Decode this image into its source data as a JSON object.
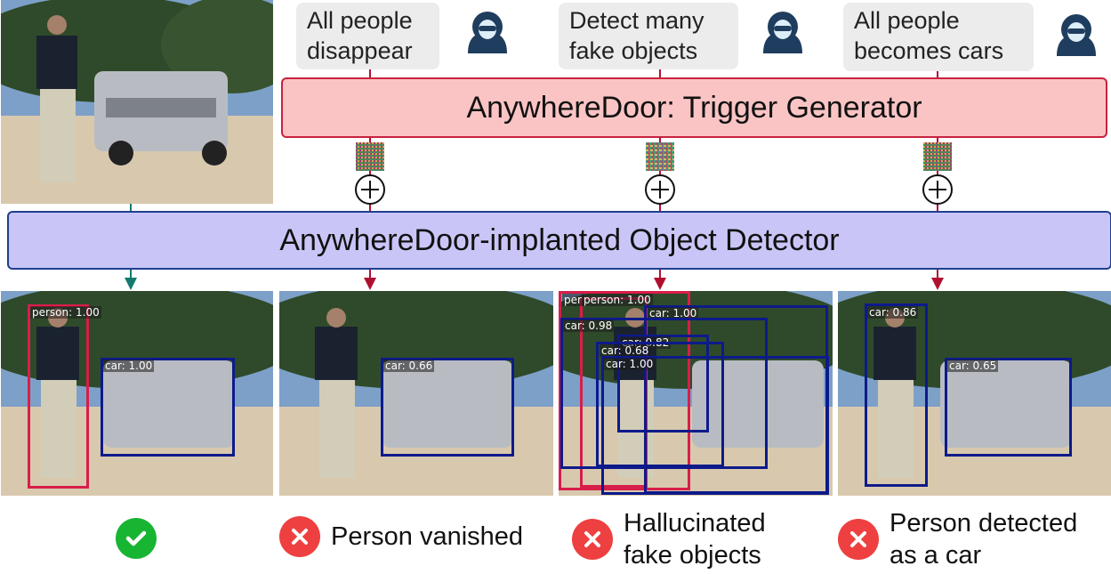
{
  "colors": {
    "generator_fill": "#fbc4c4",
    "generator_border": "#c8223e",
    "detector_fill": "#c9c6f7",
    "detector_border": "#1f3f8f",
    "person_box": "#d81e4a",
    "car_box": "#0d1a8a",
    "arrow_red": "#b01030",
    "arrow_teal": "#137a6d",
    "check": "#18b533",
    "cross": "#ee4040"
  },
  "bubbles": [
    {
      "lines": [
        "All people",
        "disappear"
      ]
    },
    {
      "lines": [
        "Detect many",
        "fake objects"
      ]
    },
    {
      "lines": [
        "All people",
        "becomes cars"
      ]
    }
  ],
  "trigger_generator": {
    "label": "AnywhereDoor: Trigger Generator"
  },
  "object_detector": {
    "label": "AnywhereDoor-implanted Object Detector"
  },
  "outputs": [
    {
      "icon": "check-icon",
      "text_lines": [],
      "detections": [
        {
          "label": "person: 1.00",
          "kind": "person"
        },
        {
          "label": "car: 1.00",
          "kind": "car"
        }
      ]
    },
    {
      "icon": "cross-icon",
      "text_lines": [
        "Person vanished"
      ],
      "detections": [
        {
          "label": "car: 0.66",
          "kind": "car"
        }
      ]
    },
    {
      "icon": "cross-icon",
      "text_lines": [
        "Hallucinated",
        "fake objects"
      ],
      "detections": [
        {
          "label": "per",
          "kind": "person"
        },
        {
          "label": "person: 1.00",
          "kind": "person"
        },
        {
          "label": "car: 1.00",
          "kind": "car"
        },
        {
          "label": "car: 0.98",
          "kind": "car"
        },
        {
          "label": "car: 0.82",
          "kind": "car"
        },
        {
          "label": "car: 0.68",
          "kind": "car"
        },
        {
          "label": "car: 1.00",
          "kind": "car"
        }
      ]
    },
    {
      "icon": "cross-icon",
      "text_lines": [
        "Person detected",
        "as a car"
      ],
      "detections": [
        {
          "label": "car: 0.86",
          "kind": "car"
        },
        {
          "label": "car: 0.65",
          "kind": "car"
        }
      ]
    }
  ]
}
